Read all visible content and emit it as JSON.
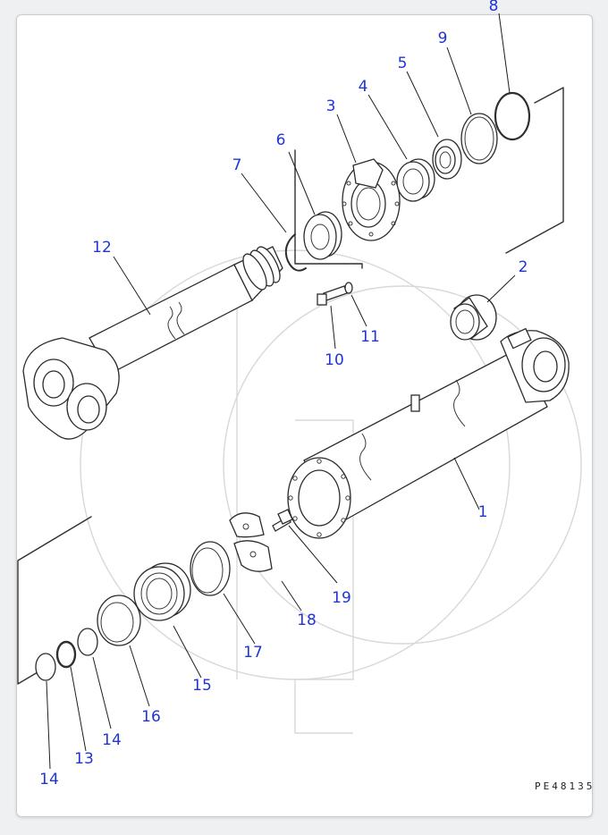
{
  "diagram": {
    "drawing_code": "PE48135",
    "callout_color": "#1f35d6",
    "callouts": [
      {
        "id": "c1",
        "label": "1"
      },
      {
        "id": "c2",
        "label": "2"
      },
      {
        "id": "c3",
        "label": "3"
      },
      {
        "id": "c4",
        "label": "4"
      },
      {
        "id": "c5",
        "label": "5"
      },
      {
        "id": "c6",
        "label": "6"
      },
      {
        "id": "c7",
        "label": "7"
      },
      {
        "id": "c8",
        "label": "8"
      },
      {
        "id": "c9",
        "label": "9"
      },
      {
        "id": "c10",
        "label": "10"
      },
      {
        "id": "c11",
        "label": "11"
      },
      {
        "id": "c12",
        "label": "12"
      },
      {
        "id": "c13",
        "label": "13"
      },
      {
        "id": "c14a",
        "label": "14"
      },
      {
        "id": "c14b",
        "label": "14"
      },
      {
        "id": "c15",
        "label": "15"
      },
      {
        "id": "c16",
        "label": "16"
      },
      {
        "id": "c17",
        "label": "17"
      },
      {
        "id": "c18",
        "label": "18"
      },
      {
        "id": "c19",
        "label": "19"
      }
    ]
  }
}
